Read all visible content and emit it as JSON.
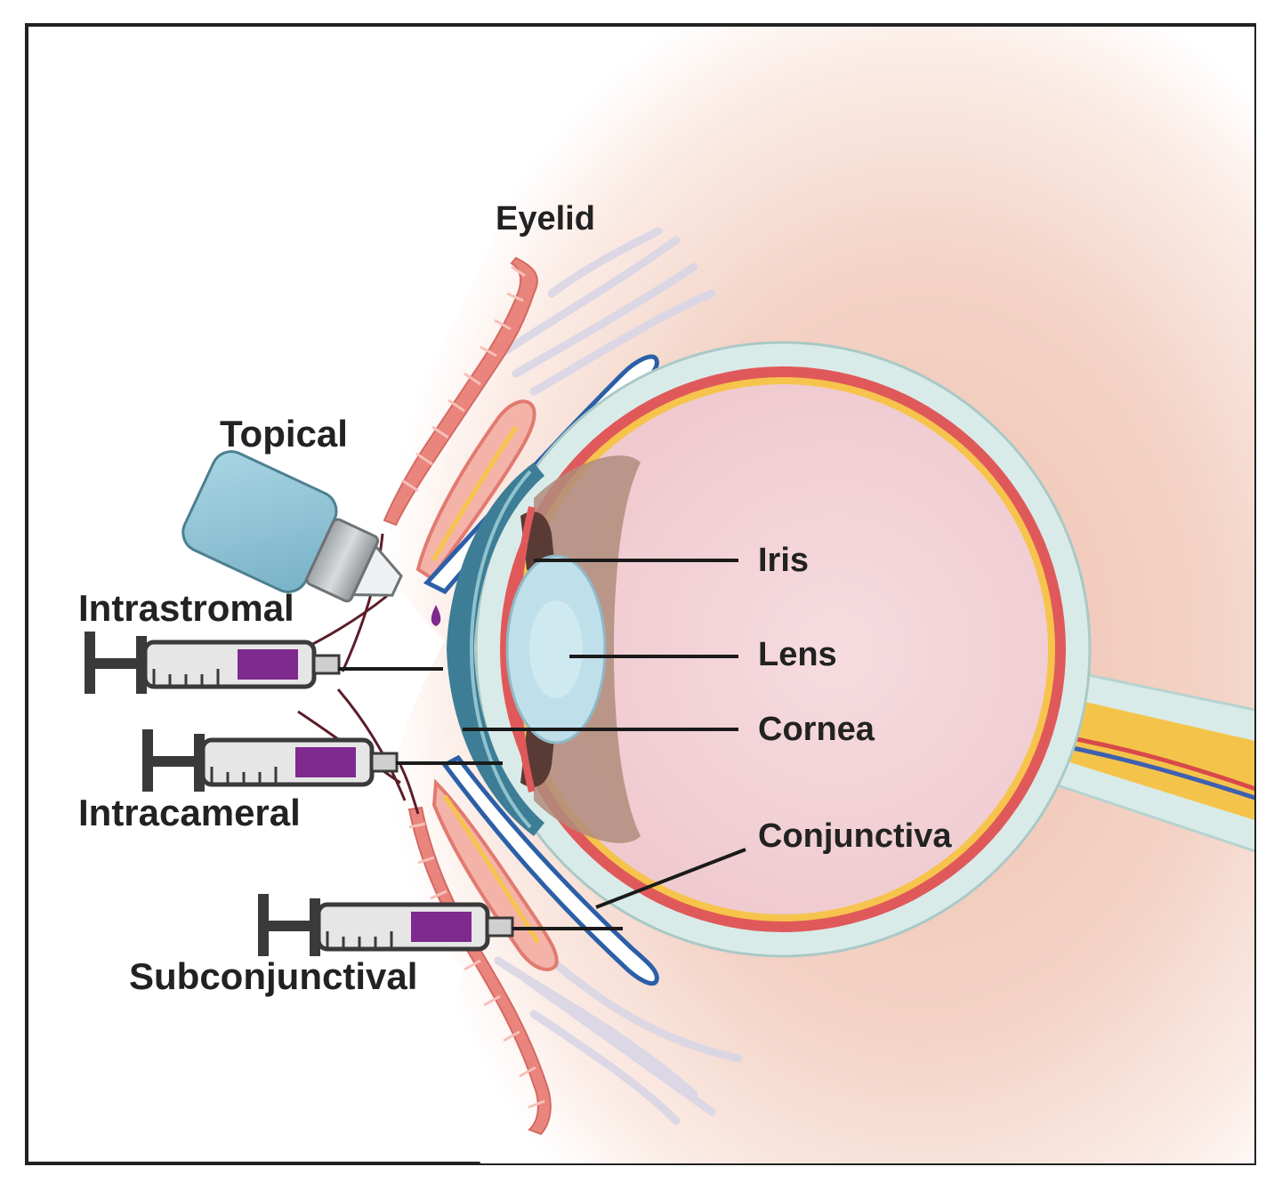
{
  "labels": {
    "eyelid": "Eyelid",
    "topical": "Topical",
    "intrastromal": "Intrastromal",
    "intracameral": "Intracameral",
    "subconjunctival": "Subconjunctival",
    "iris": "Iris",
    "lens": "Lens",
    "cornea": "Cornea",
    "conjunctiva": "Conjunctiva"
  },
  "colors": {
    "frame": "#222222",
    "skin": "#efc5b4",
    "sclera": "#d9ebe9",
    "choroid_red": "#e0595a",
    "retina_yellow": "#f6c44c",
    "vitreous": "#f2d2d6",
    "cornea_blue": "#3e7d96",
    "lens": "#bfe0ea",
    "iris_brown": "#a8877a",
    "optic_nerve": "#f4c44a",
    "conjunctiva_outline": "#2b5fa8",
    "syringe_fluid": "#7e2a8e",
    "bottle": "#8dc3d6"
  }
}
